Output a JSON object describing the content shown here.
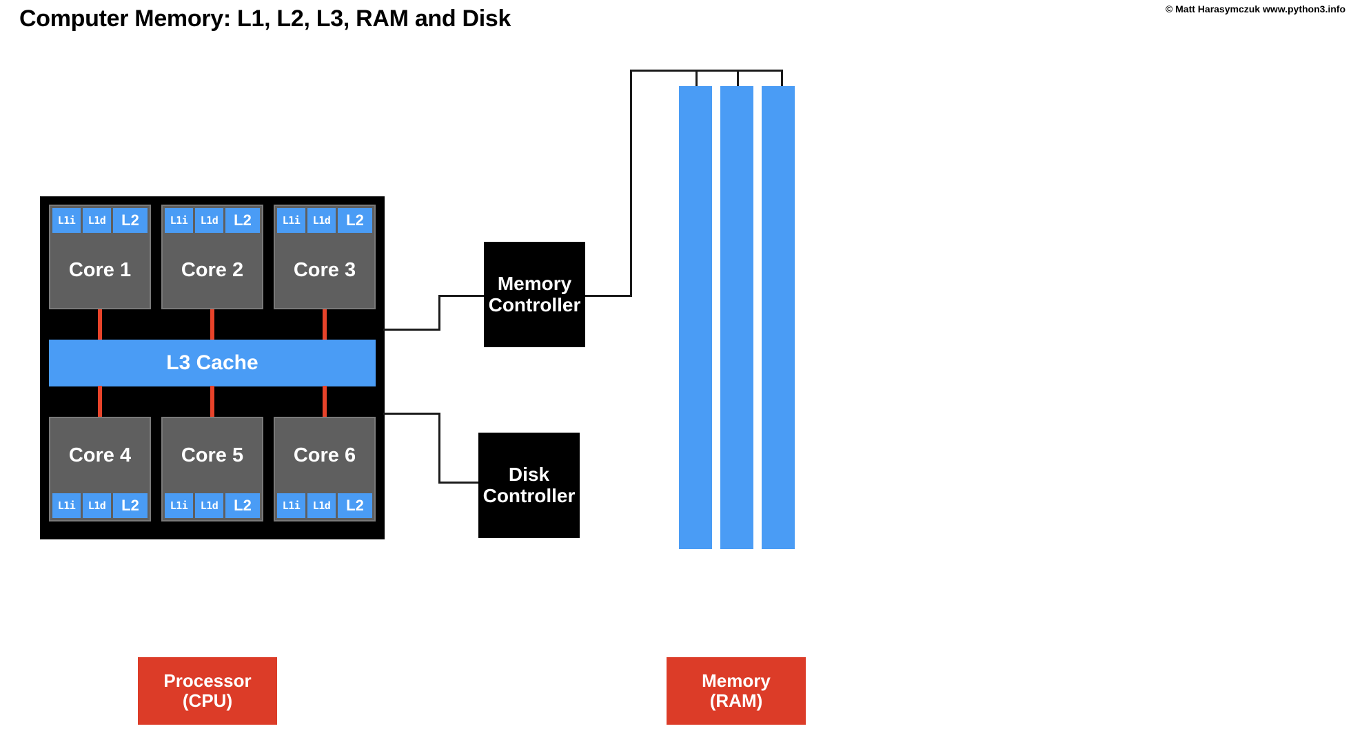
{
  "header": {
    "title": "Computer Memory: L1, L2, L3, RAM and Disk",
    "copyright": "© Matt Harasymczuk www.python3.info"
  },
  "colors": {
    "cache_blue": "#4a9cf5",
    "core_gray": "#5f5f5f",
    "package_black": "#000000",
    "interconnect_red": "#e8432a",
    "legend_red": "#dc3c28",
    "wire_black": "#1a1a1a",
    "text_white": "#ffffff"
  },
  "cpu": {
    "label": "Processor (CPU)",
    "cache_labels": {
      "l1i": "L1i",
      "l1d": "L1d",
      "l2": "L2"
    },
    "cores": [
      {
        "label": "Core 1",
        "cache_position": "top",
        "caches": [
          "L1i",
          "L1d",
          "L2"
        ]
      },
      {
        "label": "Core 2",
        "cache_position": "top",
        "caches": [
          "L1i",
          "L1d",
          "L2"
        ]
      },
      {
        "label": "Core 3",
        "cache_position": "top",
        "caches": [
          "L1i",
          "L1d",
          "L2"
        ]
      },
      {
        "label": "Core 4",
        "cache_position": "bottom",
        "caches": [
          "L1i",
          "L1d",
          "L2"
        ]
      },
      {
        "label": "Core 5",
        "cache_position": "bottom",
        "caches": [
          "L1i",
          "L1d",
          "L2"
        ]
      },
      {
        "label": "Core 6",
        "cache_position": "bottom",
        "caches": [
          "L1i",
          "L1d",
          "L2"
        ]
      }
    ],
    "l3_cache": {
      "label": "L3 Cache"
    }
  },
  "controllers": [
    {
      "name": "memory-controller",
      "line1": "Memory",
      "line2": "Controller"
    },
    {
      "name": "disk-controller",
      "line1": "Disk",
      "line2": "Controller"
    }
  ],
  "memory": {
    "label": "Memory (RAM)",
    "sticks": [
      {
        "name": "ram-stick-1"
      },
      {
        "name": "ram-stick-2"
      },
      {
        "name": "ram-stick-3"
      }
    ]
  },
  "legend": [
    {
      "name": "legend-processor",
      "line1": "Processor",
      "line2": "(CPU)"
    },
    {
      "name": "legend-memory",
      "line1": "Memory",
      "line2": "(RAM)"
    }
  ]
}
